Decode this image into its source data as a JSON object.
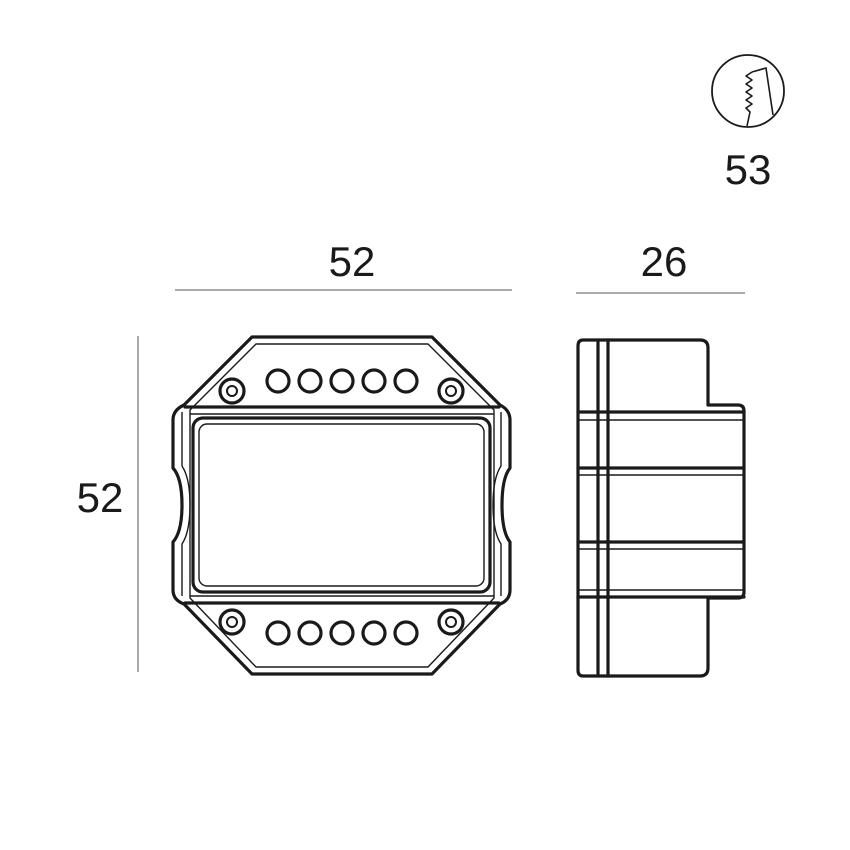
{
  "dimensions": {
    "width": "52",
    "height": "52",
    "depth": "26",
    "cutout": "53"
  },
  "icons": {
    "cutout_symbol": "wall-cutout-icon"
  }
}
